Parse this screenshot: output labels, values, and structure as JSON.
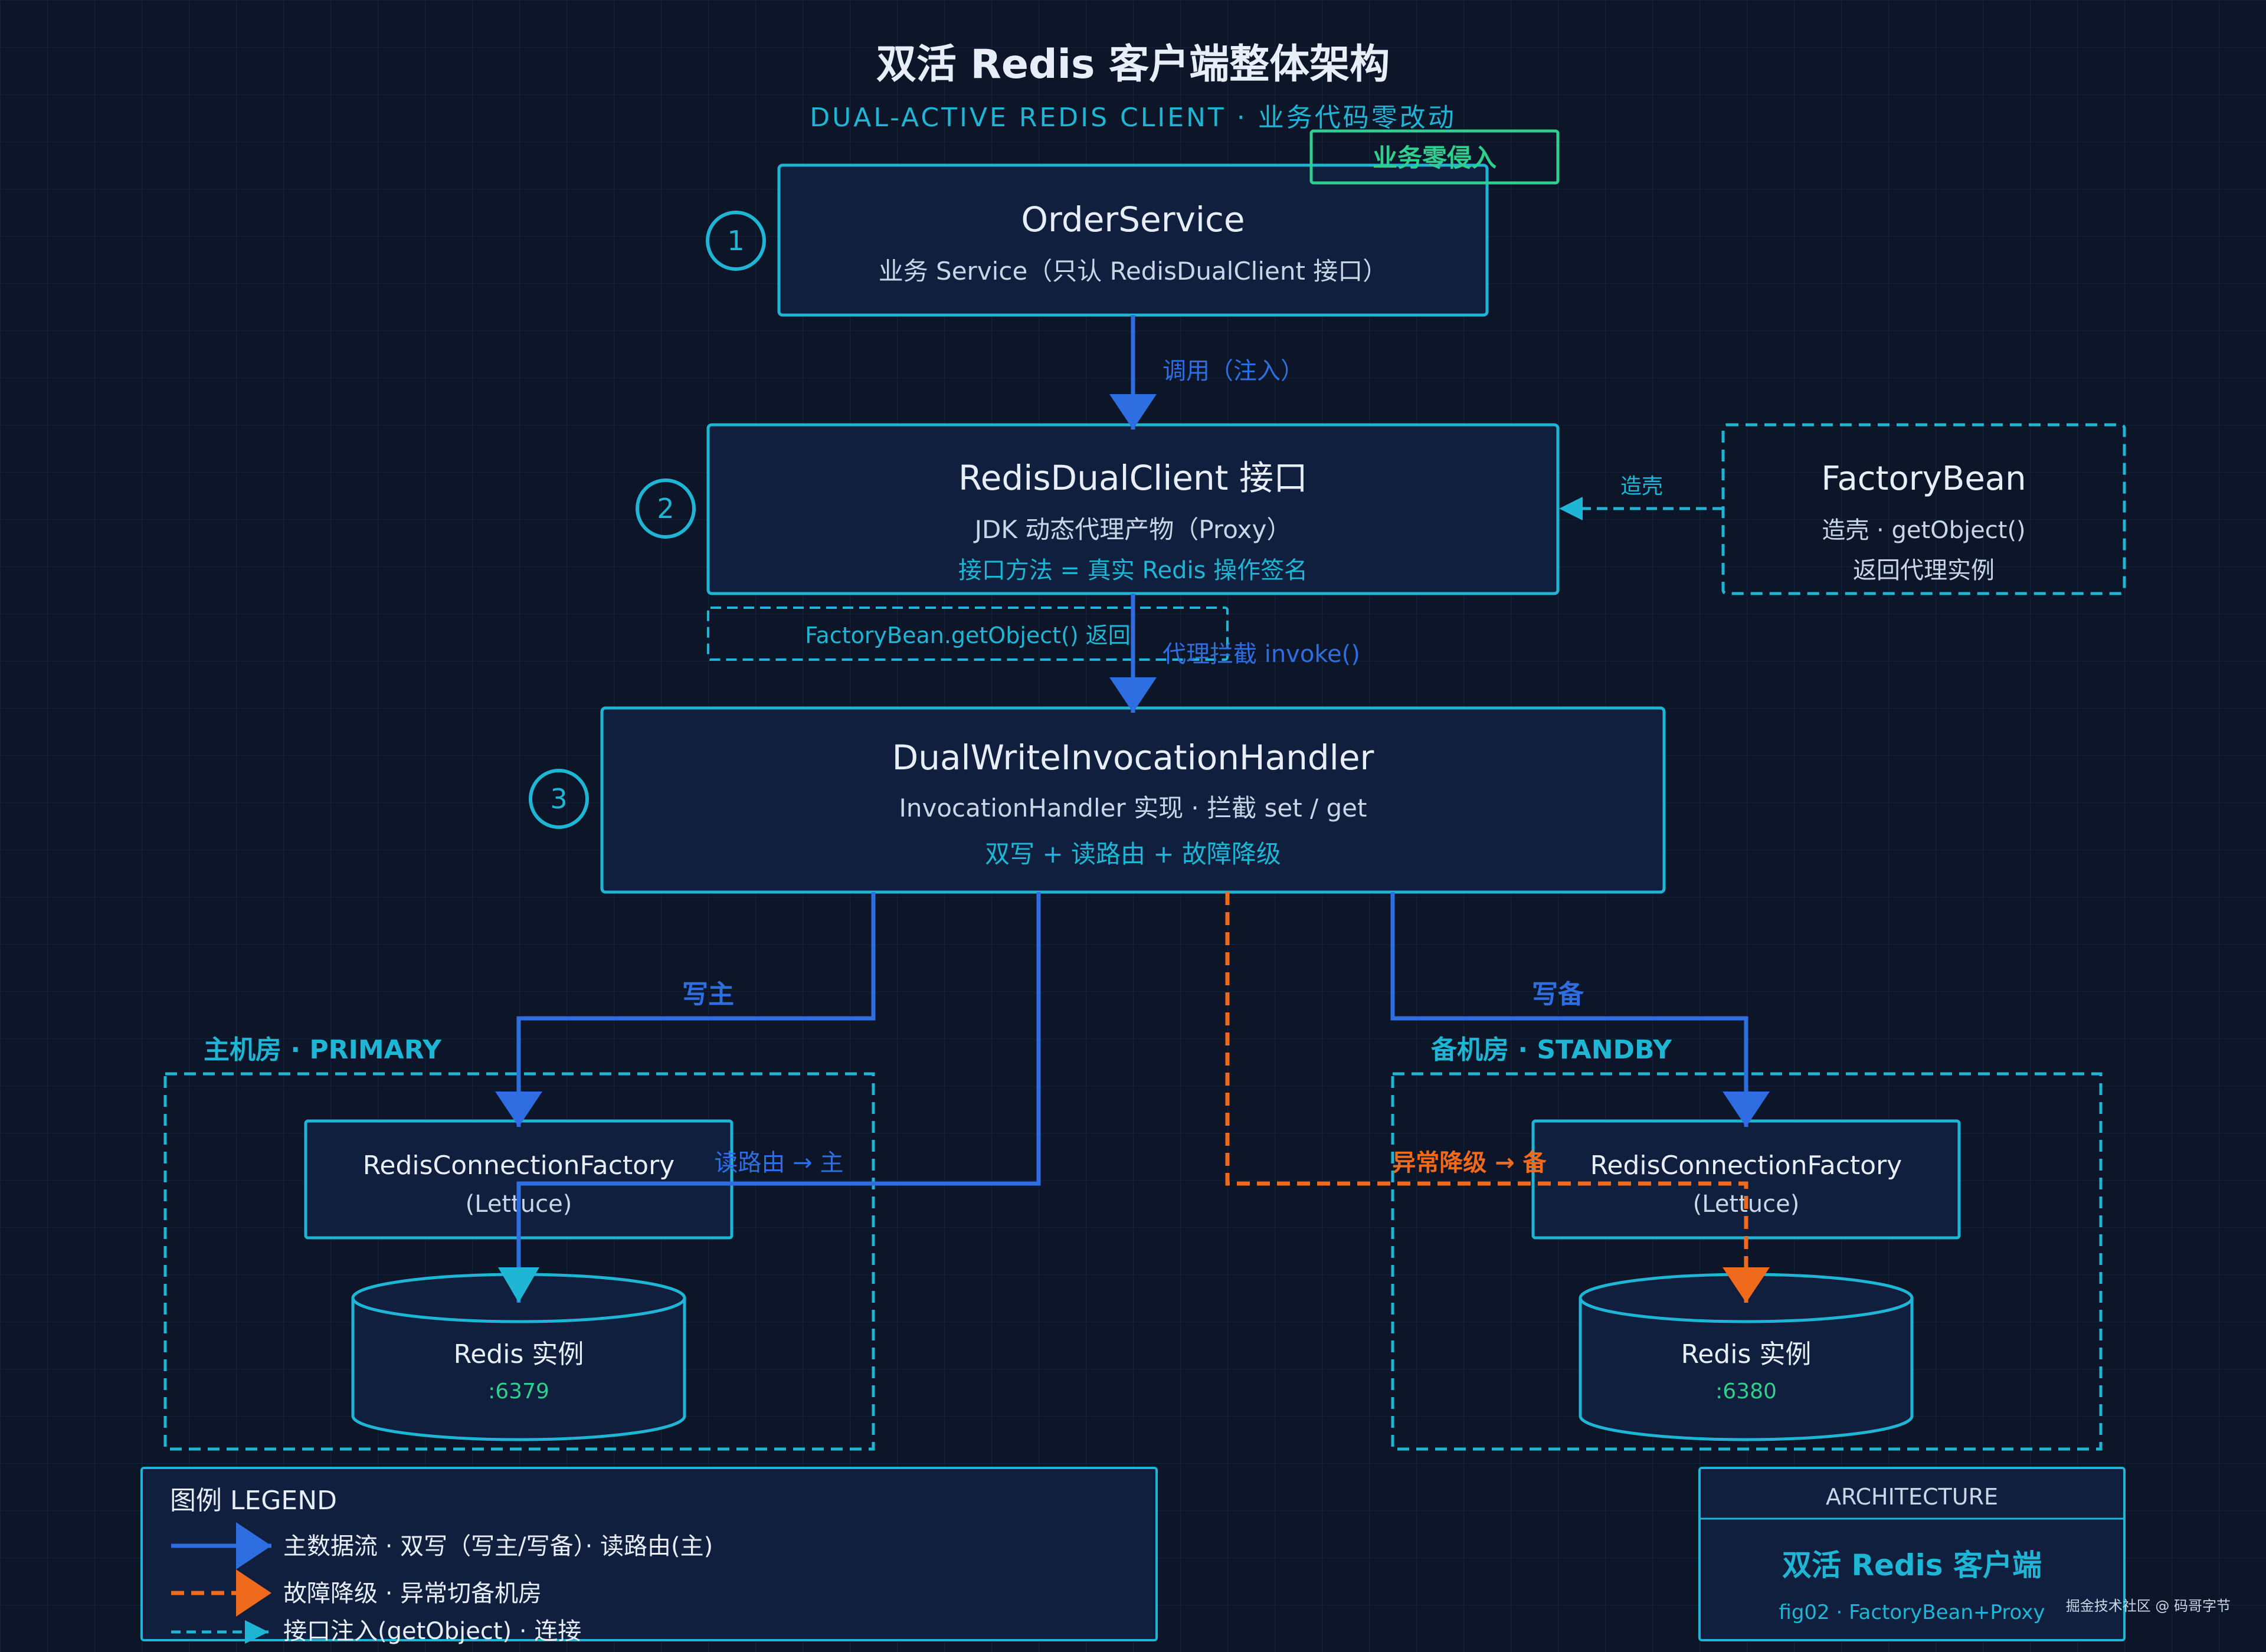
{
  "header": {
    "title": "双活 Redis 客户端整体架构",
    "subtitle": "DUAL-ACTIVE REDIS CLIENT · 业务代码零改动",
    "badge": "业务零侵入"
  },
  "steps": [
    "1",
    "2",
    "3"
  ],
  "nodes": {
    "order_service": {
      "title": "OrderService",
      "sub": "业务 Service（只认 RedisDualClient 接口）"
    },
    "dual_client": {
      "title": "RedisDualClient 接口",
      "sub": "JDK 动态代理产物（Proxy）",
      "note": "接口方法 = 真实 Redis 操作签名"
    },
    "factory_bean": {
      "title": "FactoryBean",
      "sub": "造壳 · getObject()",
      "note": "返回代理实例"
    },
    "getobject_note": "FactoryBean.getObject() 返回",
    "handler": {
      "title": "DualWriteInvocationHandler",
      "sub": "InvocationHandler 实现 · 拦截 set / get",
      "note": "双写 + 读路由 + 故障降级"
    }
  },
  "edges": {
    "invoke_inject": "调用（注入）",
    "make_shell": "造壳",
    "proxy_invoke": "代理拦截 invoke()",
    "write_primary": "写主",
    "write_standby": "写备",
    "read_route": "读路由 → 主",
    "fallback": "异常降级 → 备"
  },
  "primary": {
    "label": "主机房 · PRIMARY",
    "factory_title": "RedisConnectionFactory",
    "factory_sub": "(Lettuce)",
    "redis_title": "Redis 实例",
    "redis_port": ":6379"
  },
  "standby": {
    "label": "备机房 · STANDBY",
    "factory_title": "RedisConnectionFactory",
    "factory_sub": "(Lettuce)",
    "redis_title": "Redis 实例",
    "redis_port": ":6380"
  },
  "legend": {
    "title": "图例 LEGEND",
    "items": [
      "主数据流 · 双写（写主/写备）· 读路由(主)",
      "故障降级 · 异常切备机房",
      "接口注入(getObject) · 连接"
    ]
  },
  "info_card": {
    "header": "ARCHITECTURE",
    "title": "双活 Redis 客户端",
    "caption": "fig02 · FactoryBean+Proxy"
  },
  "watermark": "掘金技术社区 @ 码哥字节",
  "colors": {
    "background": "#0c1628",
    "box_fill": "#0f1f3d",
    "cyan": "#1fb6d6",
    "blue": "#2f6ee0",
    "orange": "#f06a1e",
    "green": "#2fcf8e",
    "text": "#e8eef7"
  }
}
